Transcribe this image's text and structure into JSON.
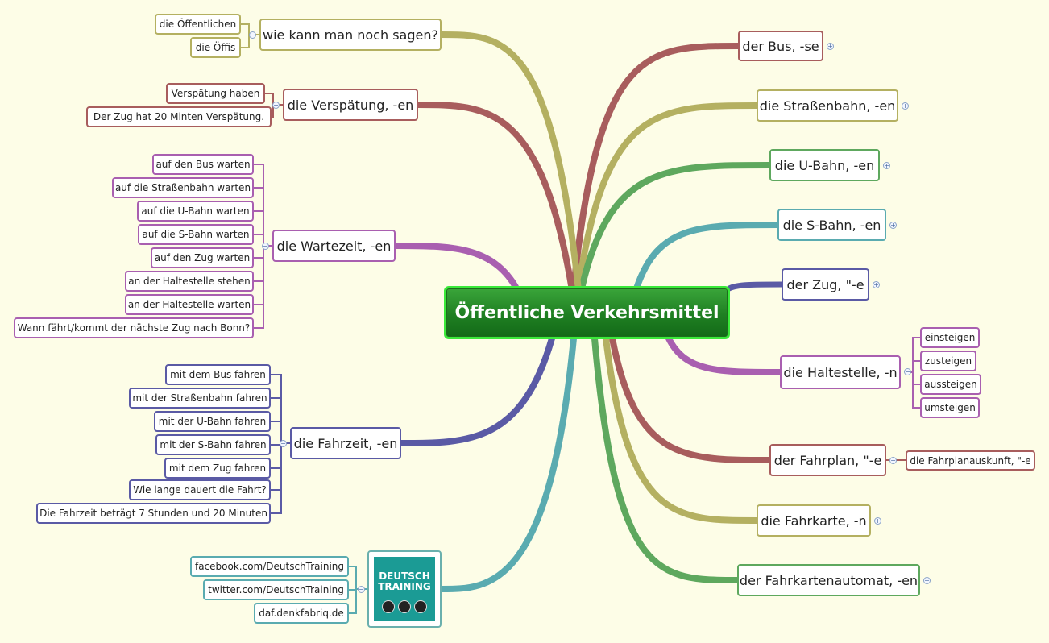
{
  "center": {
    "label": "Öffentliche Verkehrsmittel"
  },
  "right": [
    {
      "label": "der Bus, -se",
      "color": "#a85d5d"
    },
    {
      "label": "die Straßenbahn, -en",
      "color": "#b4b061"
    },
    {
      "label": "die U-Bahn, -en",
      "color": "#5ea85e"
    },
    {
      "label": "die S-Bahn, -en",
      "color": "#5aabb0"
    },
    {
      "label": "der Zug, \"-e",
      "color": "#5a5aa5"
    },
    {
      "label": "die Haltestelle, -n",
      "color": "#a95fb0",
      "children": [
        "einsteigen",
        "zusteigen",
        "aussteigen",
        "umsteigen"
      ]
    },
    {
      "label": "der Fahrplan, \"-e",
      "color": "#a85d5d",
      "children": [
        "die Fahrplanauskunft, \"-e"
      ]
    },
    {
      "label": "die Fahrkarte, -n",
      "color": "#b4b061"
    },
    {
      "label": "der Fahrkartenautomat, -en",
      "color": "#5ea85e"
    }
  ],
  "left": [
    {
      "label": "wie kann man noch sagen?",
      "color": "#b4b061",
      "children": [
        "die Öffentlichen",
        "die Öffis"
      ]
    },
    {
      "label": "die Verspätung, -en",
      "color": "#a85d5d",
      "children": [
        "Verspätung haben",
        "Der Zug hat 20 Minten Verspätung."
      ]
    },
    {
      "label": "die Wartezeit, -en",
      "color": "#a95fb0",
      "children": [
        "auf den Bus warten",
        "auf die Straßenbahn warten",
        "auf die U-Bahn warten",
        "auf die S-Bahn warten",
        "auf den Zug warten",
        "an der Haltestelle stehen",
        "an der Haltestelle warten",
        "Wann fährt/kommt der nächste Zug nach Bonn?"
      ]
    },
    {
      "label": "die Fahrzeit, -en",
      "color": "#5a5aa5",
      "children": [
        "mit dem Bus fahren",
        "mit der Straßenbahn fahren",
        "mit der U-Bahn fahren",
        "mit der S-Bahn fahren",
        "mit dem Zug fahren",
        "Wie lange dauert die Fahrt?",
        "Die Fahrzeit beträgt 7 Stunden und 20 Minuten"
      ]
    },
    {
      "label": "",
      "color": "#5aabb0",
      "children": [
        "facebook.com/DeutschTraining",
        "twitter.com/DeutschTraining",
        "daf.denkfabriq.de"
      ]
    }
  ],
  "logo": {
    "line1": "DEUTSCH",
    "line2": "TRAINING"
  },
  "icons": {
    "expand": "plus-icon",
    "collapse": "minus-icon"
  }
}
